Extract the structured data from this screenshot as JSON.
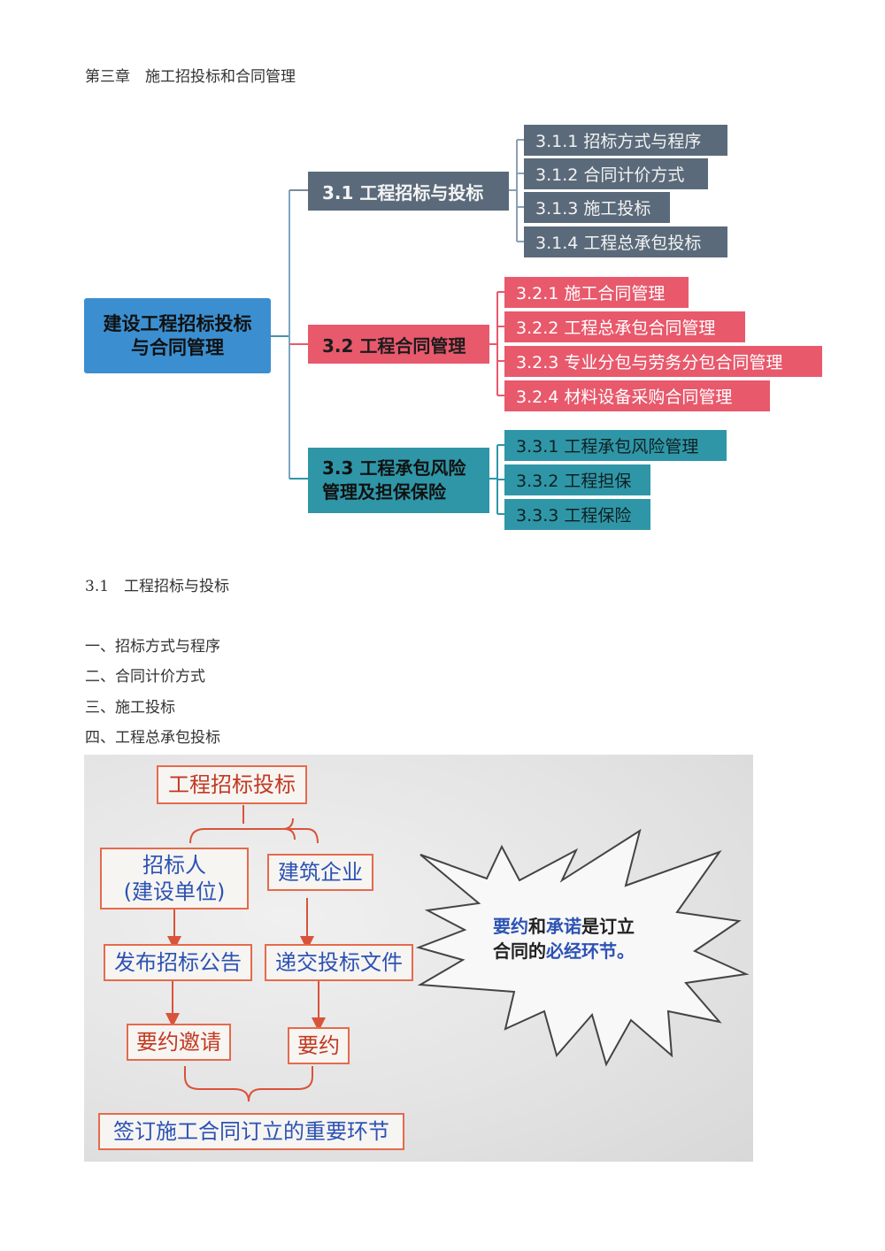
{
  "chapter_heading": "第三章　施工招投标和合同管理",
  "mindmap": {
    "root": "建设工程招标投标与合同管理",
    "root_line1": "建设工程招标投标",
    "root_line2": "与合同管理",
    "colors": {
      "root": "#3b8fd0",
      "s1": "#5a6a7a",
      "s2": "#e8596c",
      "s3": "#2f96a8"
    },
    "sections": [
      {
        "label": "3.1 工程招标与投标",
        "items": [
          "3.1.1  招标方式与程序",
          "3.1.2  合同计价方式",
          "3.1.3  施工投标",
          "3.1.4  工程总承包投标"
        ]
      },
      {
        "label": "3.2 工程合同管理",
        "items": [
          "3.2.1  施工合同管理",
          "3.2.2  工程总承包合同管理",
          "3.2.3  专业分包与劳务分包合同管理",
          "3.2.4   材料设备采购合同管理"
        ]
      },
      {
        "label_line1": "3.3 工程承包风险",
        "label_line2": "管理及担保保险",
        "items": [
          "3.3.1  工程承包风险管理",
          "3.3.2  工程担保",
          "3.3.3  工程保险"
        ]
      }
    ]
  },
  "section_heading": "3.1　工程招标与投标",
  "list_items": [
    "一、招标方式与程序",
    "二、合同计价方式",
    "三、施工投标",
    "四、工程总承包投标"
  ],
  "flow": {
    "top": "工程招标投标",
    "left_party_line1": "招标人",
    "left_party_line2": "(建设单位)",
    "right_party": "建筑企业",
    "left_step": "发布招标公告",
    "right_step": "递交投标文件",
    "left_result": "要约邀请",
    "right_result": "要约",
    "bottom": "签订施工合同订立的重要环节",
    "burst": {
      "line1": [
        {
          "t": "要约",
          "c": "blue"
        },
        {
          "t": "和",
          "c": "dark"
        },
        {
          "t": "承诺",
          "c": "blue"
        },
        {
          "t": "是订立",
          "c": "dark"
        }
      ],
      "line2": [
        {
          "t": "合同的",
          "c": "dark"
        },
        {
          "t": "必经环节。",
          "c": "blue"
        }
      ]
    },
    "colors": {
      "border": "#e56a4c",
      "text_blue": "#2c52b4",
      "text_red": "#c23a23"
    }
  }
}
